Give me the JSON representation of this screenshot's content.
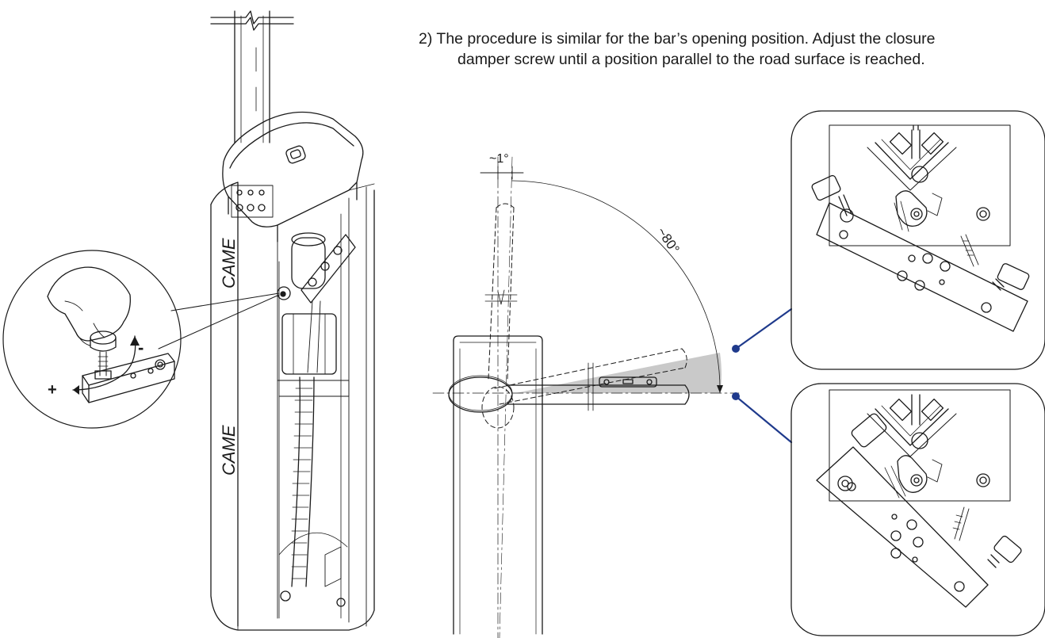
{
  "instruction": {
    "line1": "2) The procedure is similar for the bar’s opening position. Adjust the closure",
    "line2": "damper screw  until a position parallel to the road surface is reached."
  },
  "housing": {
    "logo_top": "CAME",
    "logo_bottom": "CAME"
  },
  "detail_callout": {
    "plus_label": "+",
    "minus_label": "-"
  },
  "angle_diagram": {
    "tilt_label": "~1°",
    "arc_label": "~80°"
  },
  "colors": {
    "line": "#1a1a1a",
    "leader": "#1f3a8c",
    "shade": "#c9c9c9"
  }
}
